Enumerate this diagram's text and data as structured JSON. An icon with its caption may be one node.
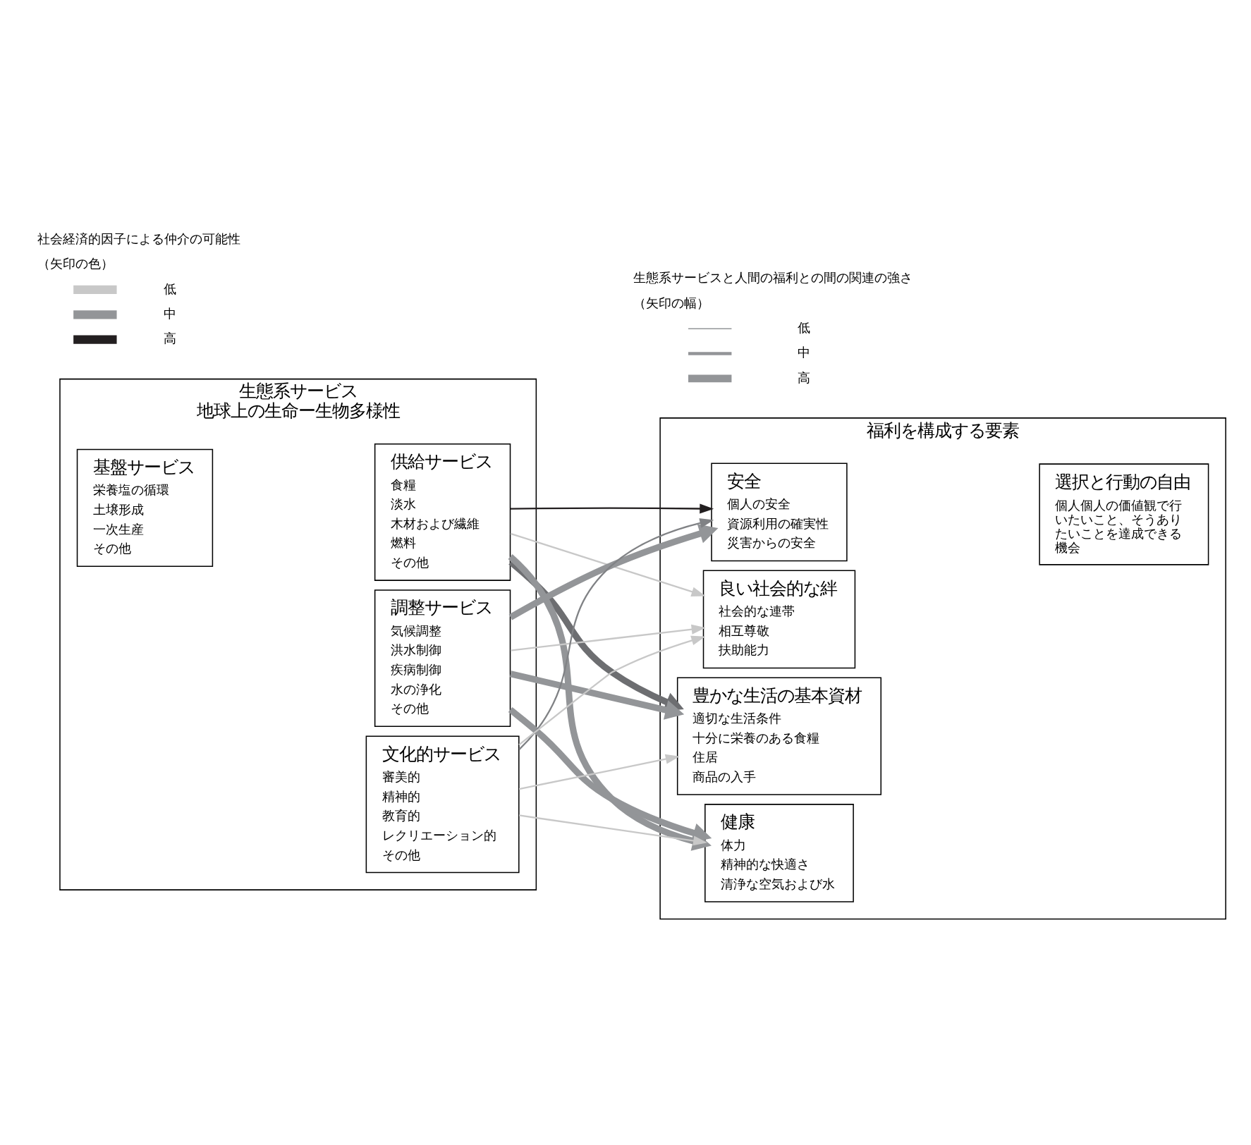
{
  "diagram": {
    "nodes": [
      {
        "text": [
          "生態系サービス",
          "地球上の生命ー生物多様性"
        ]
      },
      {
        "text": [
          "基盤サービス",
          "栄養塩の循環",
          "土壌形成",
          "一次生産",
          "その他"
        ],
        "in": 0
      },
      {
        "text": [
          "供給サービス",
          "食糧",
          "淡水",
          "木材および繊維",
          "燃料",
          "その他"
        ],
        "in": 0
      },
      {
        "text": [
          "調整サービス",
          "気候調整",
          "洪水制御",
          "疾病制御",
          "水の浄化",
          "その他"
        ],
        "in": 0
      },
      {
        "text": [
          "文化的サービス",
          "審美的",
          "精神的",
          "教育的",
          "レクリエーション的",
          "その他"
        ],
        "in": 0
      },
      {
        "text": [
          "福利を構成する要素"
        ]
      },
      {
        "text": [
          "安全",
          "個人の安全",
          "資源利用の確実性",
          "災害からの安全"
        ],
        "in": 5
      },
      {
        "text": [
          "豊かな生活の基本資材",
          "適切な生活条件",
          "十分に栄養のある食糧",
          "住居",
          "商品の入手"
        ],
        "in": 5
      },
      {
        "text": [
          "健康",
          "体力",
          "精神的な快適さ",
          "清浄な空気および水"
        ],
        "in": 5
      },
      {
        "text": [
          "良い社会的な絆",
          "社会的な連帯",
          "相互尊敬",
          "扶助能力"
        ],
        "in": 5
      },
      {
        "text": [
          "選択と行動の自由",
          "個人個人の価値観で行いたいこと、そうありたいことを達成できる機会"
        ],
        "in": 5
      }
    ],
    "edges": [
      {
        "from": 2,
        "to": 6,
        "arrow": "to",
        "color": "#231f20"
      },
      {
        "from": 2,
        "to": 7,
        "arrow": "to",
        "style": "thick",
        "color": "#6d6e71"
      },
      {
        "from": 2,
        "to": 8,
        "arrow": "to",
        "style": "thick",
        "color": "#939598"
      },
      {
        "from": 2,
        "to": 9,
        "arrow": "to"
      },
      {
        "from": 3,
        "to": 6,
        "arrow": "to",
        "style": "thick",
        "color": "#939598"
      },
      {
        "from": 3,
        "to": 7,
        "arrow": "to",
        "style": "thick",
        "color": "#939598"
      },
      {
        "from": 3,
        "to": 8,
        "arrow": "to",
        "style": "thick",
        "color": "#939598"
      },
      {
        "from": 3,
        "to": 9,
        "arrow": "to"
      },
      {
        "from": 4,
        "to": 6,
        "arrow": "to",
        "color": "#808285"
      },
      {
        "from": 4,
        "to": 7,
        "arrow": "to"
      },
      {
        "from": 4,
        "to": 8,
        "arrow": "to"
      },
      {
        "from": 4,
        "to": 9,
        "arrow": "to"
      }
    ],
    "labels": [
      "社会経済的因子による仲介の可能性",
      "（矢印の色）",
      "生態系サービスと人間の福利との間の関連の強さ",
      "（矢印の幅）"
    ],
    "legend": [
      {
        "text": "低",
        "color": "#c8c8c8"
      },
      {
        "text": "中",
        "color": "#939598"
      },
      {
        "text": "高",
        "color": "#231f20"
      },
      {
        "text": "低"
      },
      {
        "text": "中"
      },
      {
        "text": "高"
      }
    ]
  }
}
